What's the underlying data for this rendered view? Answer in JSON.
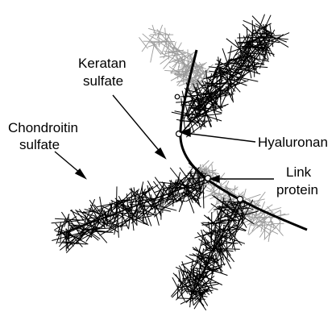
{
  "labels": {
    "keratan": [
      "Keratan",
      "sulfate"
    ],
    "chondroitin": [
      "Chondroitin",
      "sulfate"
    ],
    "hyaluronan": "Hyaluronan",
    "link_protein": [
      "Link",
      "protein"
    ]
  },
  "colors": {
    "dark": "#000000",
    "light": "#9a9a9a",
    "background": "#ffffff"
  }
}
